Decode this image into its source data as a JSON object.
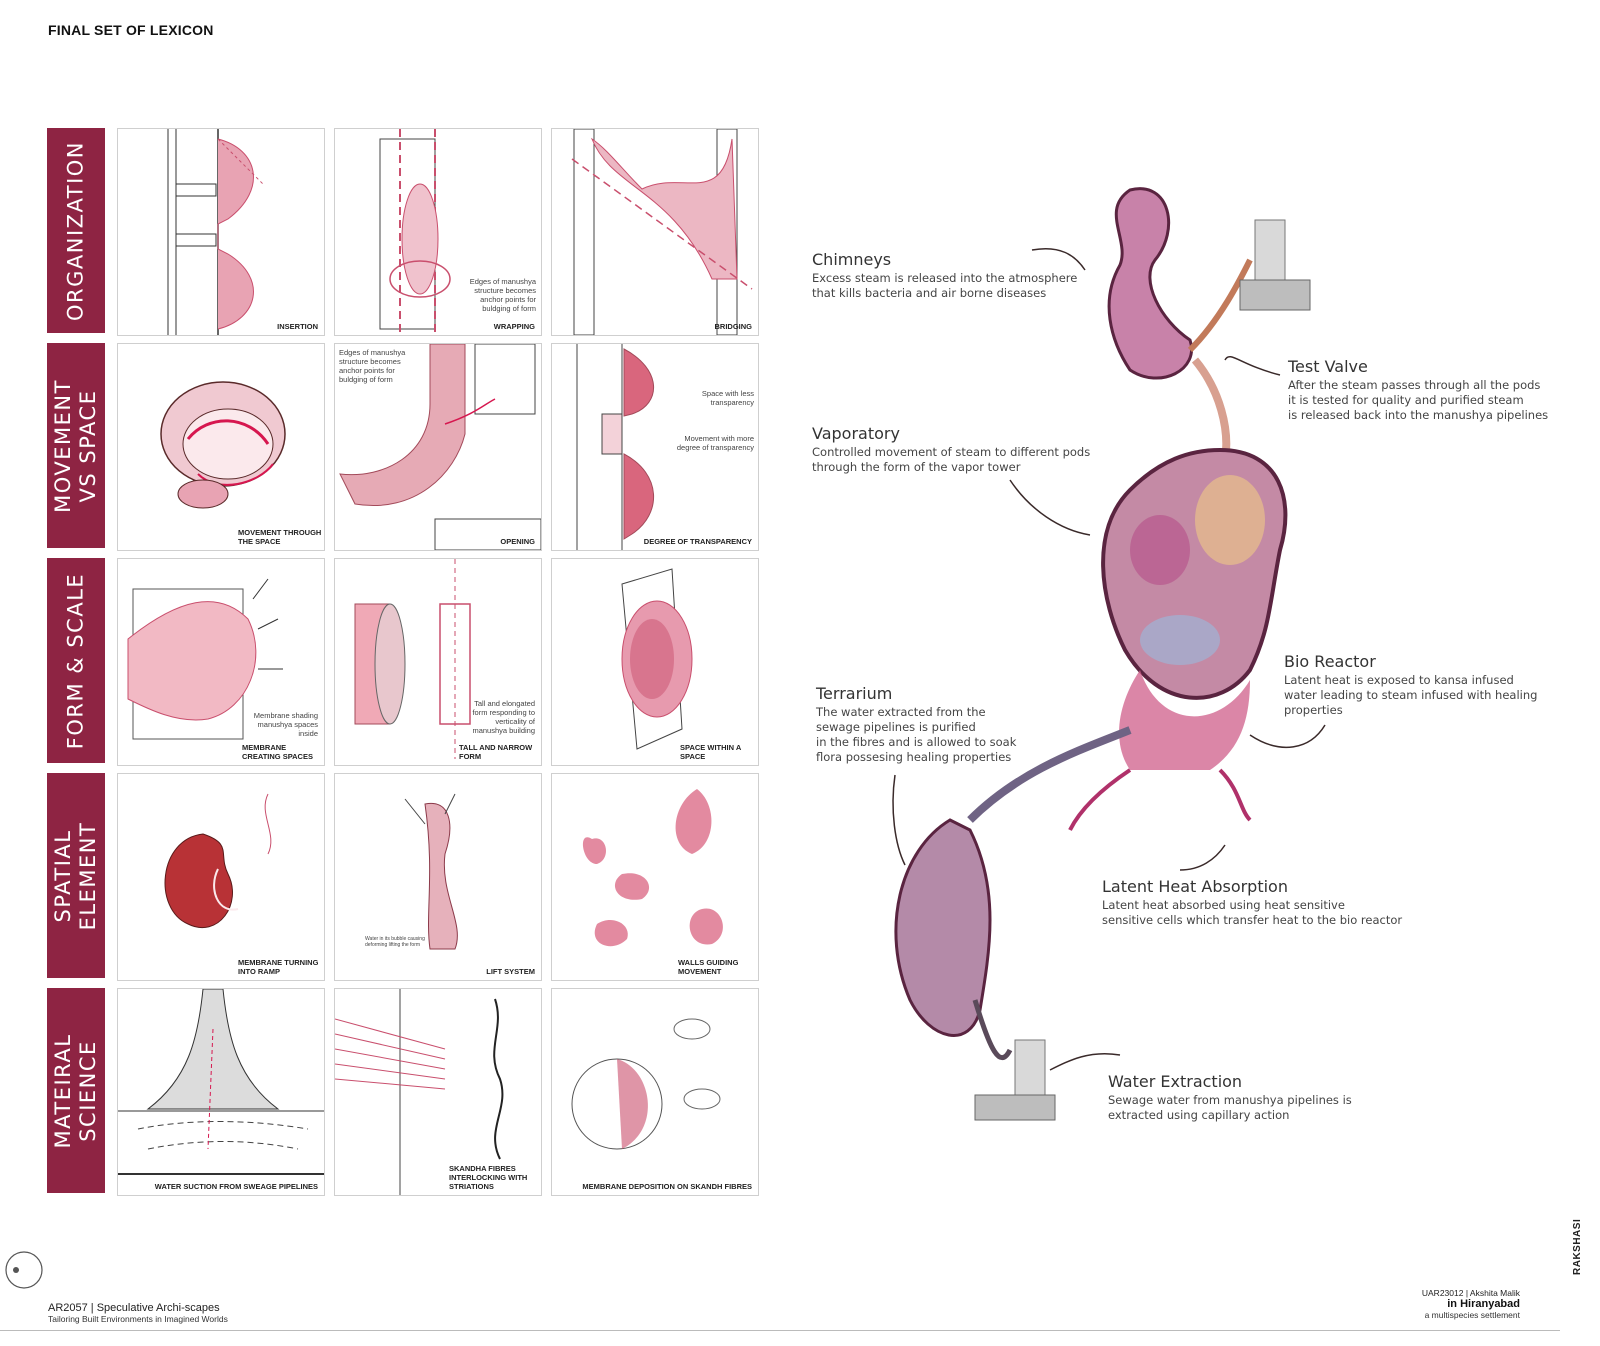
{
  "page_title": "FINAL SET OF LEXICON",
  "rows": [
    {
      "label": "ORGANIZATION",
      "cells": [
        {
          "caption": "INSERTION"
        },
        {
          "caption": "WRAPPING",
          "note": "Edges of manushya structure becomes anchor points for buldging of form"
        },
        {
          "caption": "BRIDGING"
        }
      ]
    },
    {
      "label": "MOVEMENT\nVS SPACE",
      "cells": [
        {
          "caption": "MOVEMENT THROUGH THE SPACE"
        },
        {
          "caption": "OPENING",
          "note": "Edges of manushya structure becomes anchor points for buldging of form"
        },
        {
          "caption": "DEGREE OF TRANSPARENCY",
          "note": "Space with less transparency",
          "note2": "Movement with more degree of transparency"
        }
      ]
    },
    {
      "label": "FORM & SCALE",
      "cells": [
        {
          "caption": "MEMBRANE CREATING SPACES",
          "note": "Membrane shading manushya spaces inside"
        },
        {
          "caption": "TALL AND NARROW FORM",
          "note": "Tall and elongated form responding to verticality of manushya building"
        },
        {
          "caption": "SPACE WITHIN A SPACE"
        }
      ]
    },
    {
      "label": "SPATIAL\nELEMENT",
      "cells": [
        {
          "caption": "MEMBRANE TURNING INTO RAMP"
        },
        {
          "caption": "LIFT SYSTEM",
          "note": "Water in its bubble causing deforming lifting the form"
        },
        {
          "caption": "WALLS GUIDING MOVEMENT"
        }
      ]
    },
    {
      "label": "MATEIRAL\nSCIENCE",
      "cells": [
        {
          "caption": "WATER SUCTION FROM SWEAGE PIPELINES"
        },
        {
          "caption": "SKANDHA FIBRES INTERLOCKING WITH STRIATIONS"
        },
        {
          "caption": "MEMBRANE DEPOSITION ON SKANDH FIBRES"
        }
      ]
    }
  ],
  "annotations": {
    "chimneys": {
      "title": "Chimneys",
      "desc": "Excess steam is released into the atmosphere\nthat kills bacteria and air borne diseases"
    },
    "test_valve": {
      "title": "Test Valve",
      "desc": "After the steam passes through all the pods\nit is tested for quality and purified steam\nis released back into the manushya pipelines"
    },
    "vaporatory": {
      "title": "Vaporatory",
      "desc": "Controlled movement of steam to different pods\nthrough the form of the vapor tower"
    },
    "bio_reactor": {
      "title": "Bio Reactor",
      "desc": "Latent heat is exposed to kansa infused\nwater leading to steam infused with healing\nproperties"
    },
    "terrarium": {
      "title": "Terrarium",
      "desc": "The water extracted from the\nsewage pipelines is purified\nin the fibres and is allowed to soak\nflora possesing healing properties"
    },
    "latent_heat": {
      "title": "Latent Heat Absorption",
      "desc": "Latent heat absorbed using heat sensitive\nsensitive cells which transfer heat to the bio reactor"
    },
    "water_extraction": {
      "title": "Water Extraction",
      "desc": "Sewage water from manushya pipelines is\nextracted using capillary action"
    }
  },
  "footer": {
    "course": "AR2057 | Speculative Archi-scapes",
    "subtitle": "Tailoring Built Environments in Imagined Worlds",
    "student": "UAR23012 | Akshita Malik",
    "place": "in Hiranyabad",
    "settlement": "a multispecies settlement",
    "brand": "RAKSHASI"
  },
  "colors": {
    "tab": "#8e2443",
    "sketch": "#c94f6d",
    "pink_fill": "#e8a3b3"
  }
}
